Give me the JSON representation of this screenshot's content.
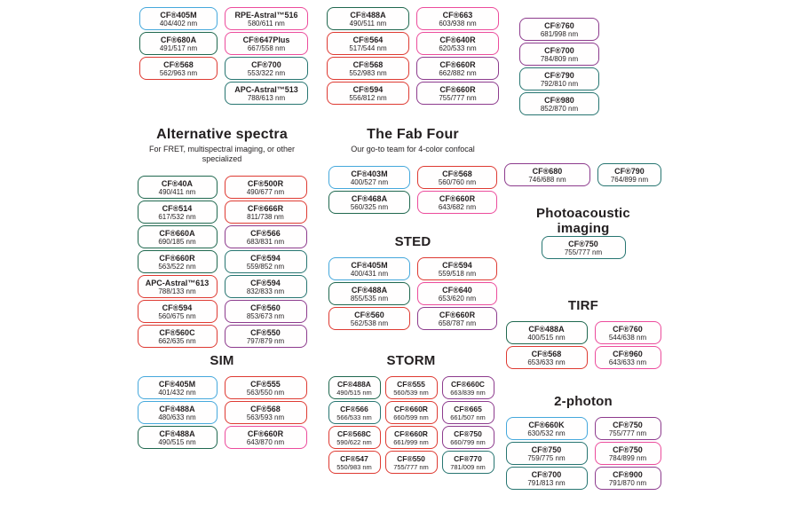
{
  "colors": {
    "blue": "#45a8dc",
    "green": "#20684f",
    "teal": "#277571",
    "red": "#de3a32",
    "pink": "#ec4c9c",
    "purple": "#8d3b8d"
  },
  "sections": {
    "top_left": {
      "columns": [
        [
          {
            "n": "CF®405M",
            "v": "404/402 nm",
            "c": "blue"
          },
          {
            "n": "CF®680A",
            "v": "491/517 nm",
            "c": "green"
          },
          {
            "n": "CF®568",
            "v": "562/963 nm",
            "c": "red"
          }
        ],
        [
          {
            "n": "RPE-Astral™516",
            "v": "580/611 nm",
            "c": "pink"
          },
          {
            "n": "CF®647Plus",
            "v": "667/558 nm",
            "c": "pink"
          },
          {
            "n": "CF®700",
            "v": "553/322 nm",
            "c": "teal"
          },
          {
            "n": "APC-Astral™513",
            "v": "788/613 nm",
            "c": "teal"
          }
        ]
      ]
    },
    "top_mid": {
      "columns": [
        [
          {
            "n": "CF®488A",
            "v": "490/511 nm",
            "c": "green"
          },
          {
            "n": "CF®564",
            "v": "517/544 nm",
            "c": "red"
          },
          {
            "n": "CF®568",
            "v": "552/983 nm",
            "c": "red"
          },
          {
            "n": "CF®594",
            "v": "556/812 nm",
            "c": "red"
          }
        ],
        [
          {
            "n": "CF®663",
            "v": "603/938 nm",
            "c": "pink"
          },
          {
            "n": "CF®640R",
            "v": "620/533 nm",
            "c": "pink"
          },
          {
            "n": "CF®660R",
            "v": "662/882 nm",
            "c": "purple"
          },
          {
            "n": "CF®660R",
            "v": "755/777 nm",
            "c": "purple"
          }
        ]
      ]
    },
    "top_right": {
      "columns": [
        [
          {
            "n": "CF®760",
            "v": "681/998 nm",
            "c": "purple"
          },
          {
            "n": "CF®700",
            "v": "784/809 nm",
            "c": "purple"
          },
          {
            "n": "CF®790",
            "v": "792/810 nm",
            "c": "teal"
          },
          {
            "n": "CF®980",
            "v": "852/870 nm",
            "c": "teal"
          }
        ]
      ]
    },
    "alt": {
      "title": "Alternative spectra",
      "subtitle": "For FRET, multispectral imaging, or other specialized",
      "columns": [
        [
          {
            "n": "CF®40A",
            "v": "490/411 nm",
            "c": "green"
          },
          {
            "n": "CF®514",
            "v": "617/532 nm",
            "c": "green"
          },
          {
            "n": "CF®660A",
            "v": "690/185 nm",
            "c": "green"
          },
          {
            "n": "CF®660R",
            "v": "563/522 nm",
            "c": "green"
          },
          {
            "n": "APC-Astral™613",
            "v": "788/133 nm",
            "c": "red"
          },
          {
            "n": "CF®594",
            "v": "560/675 nm",
            "c": "red"
          },
          {
            "n": "CF®560C",
            "v": "662/635 nm",
            "c": "red"
          }
        ],
        [
          {
            "n": "CF®500R",
            "v": "490/677 nm",
            "c": "red"
          },
          {
            "n": "CF®666R",
            "v": "811/738 nm",
            "c": "red"
          },
          {
            "n": "CF®566",
            "v": "683/831 nm",
            "c": "purple"
          },
          {
            "n": "CF®594",
            "v": "559/852 nm",
            "c": "teal"
          },
          {
            "n": "CF®594",
            "v": "832/833 nm",
            "c": "teal"
          },
          {
            "n": "CF®560",
            "v": "853/673 nm",
            "c": "purple"
          },
          {
            "n": "CF®550",
            "v": "797/879 nm",
            "c": "purple"
          }
        ]
      ]
    },
    "fab": {
      "title": "The Fab Four",
      "subtitle": "Our go-to team for 4-color confocal",
      "columns": [
        [
          {
            "n": "CF®403M",
            "v": "400/527 nm",
            "c": "blue"
          },
          {
            "n": "CF®468A",
            "v": "560/325 nm",
            "c": "green"
          }
        ],
        [
          {
            "n": "CF®568",
            "v": "560/760 nm",
            "c": "red"
          },
          {
            "n": "CF®660R",
            "v": "643/682 nm",
            "c": "pink"
          }
        ]
      ]
    },
    "sted": {
      "title": "STED",
      "columns": [
        [
          {
            "n": "CF®405M",
            "v": "400/431 nm",
            "c": "blue"
          },
          {
            "n": "CF®488A",
            "v": "855/535 nm",
            "c": "green"
          },
          {
            "n": "CF®560",
            "v": "562/538 nm",
            "c": "red"
          }
        ],
        [
          {
            "n": "CF®594",
            "v": "559/518 nm",
            "c": "red"
          },
          {
            "n": "CF®640",
            "v": "653/620 nm",
            "c": "pink"
          },
          {
            "n": "CF®660R",
            "v": "658/787 nm",
            "c": "purple"
          }
        ]
      ]
    },
    "sim": {
      "title": "SIM",
      "columns": [
        [
          {
            "n": "CF®405M",
            "v": "401/432 nm",
            "c": "blue"
          },
          {
            "n": "CF®488A",
            "v": "480/633 nm",
            "c": "blue"
          },
          {
            "n": "CF®488A",
            "v": "490/515 nm",
            "c": "green"
          }
        ],
        [
          {
            "n": "CF®555",
            "v": "563/550 nm",
            "c": "red"
          },
          {
            "n": "CF®568",
            "v": "563/593 nm",
            "c": "red"
          },
          {
            "n": "CF®660R",
            "v": "643/870 nm",
            "c": "pink"
          }
        ]
      ]
    },
    "storm": {
      "title": "STORM",
      "columns": [
        [
          {
            "n": "CF®488A",
            "v": "490/515 nm",
            "c": "green"
          },
          {
            "n": "CF®566",
            "v": "566/533 nm",
            "c": "teal"
          },
          {
            "n": "CF®568C",
            "v": "590/622 nm",
            "c": "red"
          },
          {
            "n": "CF®547",
            "v": "550/983 nm",
            "c": "red"
          }
        ],
        [
          {
            "n": "CF®555",
            "v": "560/539 nm",
            "c": "red"
          },
          {
            "n": "CF®660R",
            "v": "660/599 nm",
            "c": "red"
          },
          {
            "n": "CF®660R",
            "v": "661/999 nm",
            "c": "red"
          },
          {
            "n": "CF®550",
            "v": "755/777 nm",
            "c": "red"
          }
        ],
        [
          {
            "n": "CF®660C",
            "v": "663/839 nm",
            "c": "purple"
          },
          {
            "n": "CF®665",
            "v": "661/507 nm",
            "c": "purple"
          },
          {
            "n": "CF®750",
            "v": "660/799 nm",
            "c": "purple"
          },
          {
            "n": "CF®770",
            "v": "781/009 nm",
            "c": "teal"
          }
        ]
      ]
    },
    "pair": {
      "columns": [
        [
          {
            "n": "CF®680",
            "v": "746/688 nm",
            "c": "purple"
          }
        ],
        [
          {
            "n": "CF®790",
            "v": "764/899 nm",
            "c": "teal"
          }
        ]
      ]
    },
    "photo": {
      "title": "Photoacoustic imaging",
      "columns": [
        [
          {
            "n": "CF®750",
            "v": "755/777 nm",
            "c": "teal"
          }
        ]
      ]
    },
    "tirf": {
      "title": "TIRF",
      "columns": [
        [
          {
            "n": "CF®488A",
            "v": "400/515 nm",
            "c": "green"
          },
          {
            "n": "CF®568",
            "v": "653/633 nm",
            "c": "red"
          }
        ],
        [
          {
            "n": "CF®760",
            "v": "544/638 nm",
            "c": "pink"
          },
          {
            "n": "CF®960",
            "v": "643/633 nm",
            "c": "pink"
          }
        ]
      ]
    },
    "two_photon": {
      "title": "2-photon",
      "columns": [
        [
          {
            "n": "CF®660K",
            "v": "630/532 nm",
            "c": "blue"
          },
          {
            "n": "CF®750",
            "v": "759/775 nm",
            "c": "teal"
          },
          {
            "n": "CF®700",
            "v": "791/813 nm",
            "c": "teal"
          }
        ],
        [
          {
            "n": "CF®750",
            "v": "755/777 nm",
            "c": "purple"
          },
          {
            "n": "CF®750",
            "v": "784/899 nm",
            "c": "pink"
          },
          {
            "n": "CF®900",
            "v": "791/870 nm",
            "c": "purple"
          }
        ]
      ]
    }
  }
}
